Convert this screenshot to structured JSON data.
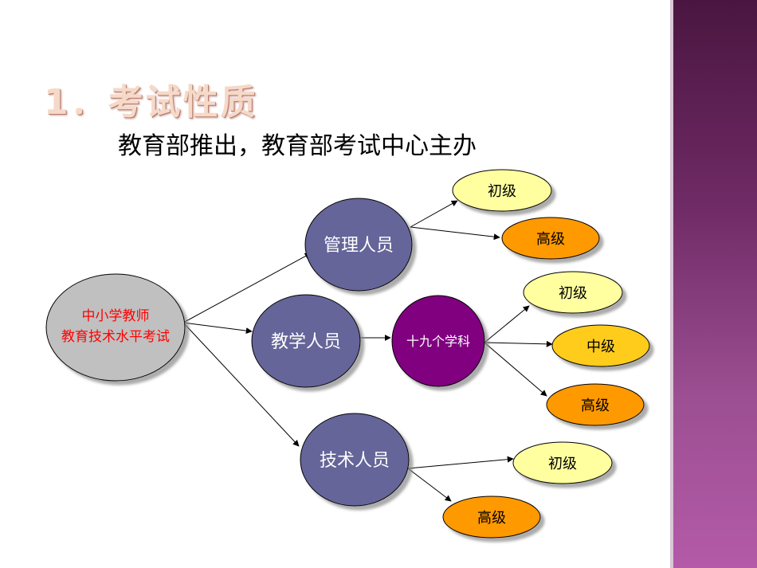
{
  "slide": {
    "title": "1．考试性质",
    "subtitle": "教育部推出，教育部考试中心主办"
  },
  "diagram": {
    "root": {
      "line1": "中小学教师",
      "line2": "教育技术水平考试"
    },
    "management": {
      "label": "管理人员",
      "levels": [
        "初级",
        "高级"
      ]
    },
    "teaching": {
      "label": "教学人员",
      "subjects": "十九个学科",
      "levels": [
        "初级",
        "中级",
        "高级"
      ]
    },
    "technical": {
      "label": "技术人员",
      "levels": [
        "初级",
        "高级"
      ]
    }
  },
  "colors": {
    "root_fill": "#c0c0c0",
    "category_fill": "#65659a",
    "subjects_fill": "#800080",
    "level_primary": "#ffffa0",
    "level_middle": "#ffcc1a",
    "level_high": "#ff9900"
  }
}
